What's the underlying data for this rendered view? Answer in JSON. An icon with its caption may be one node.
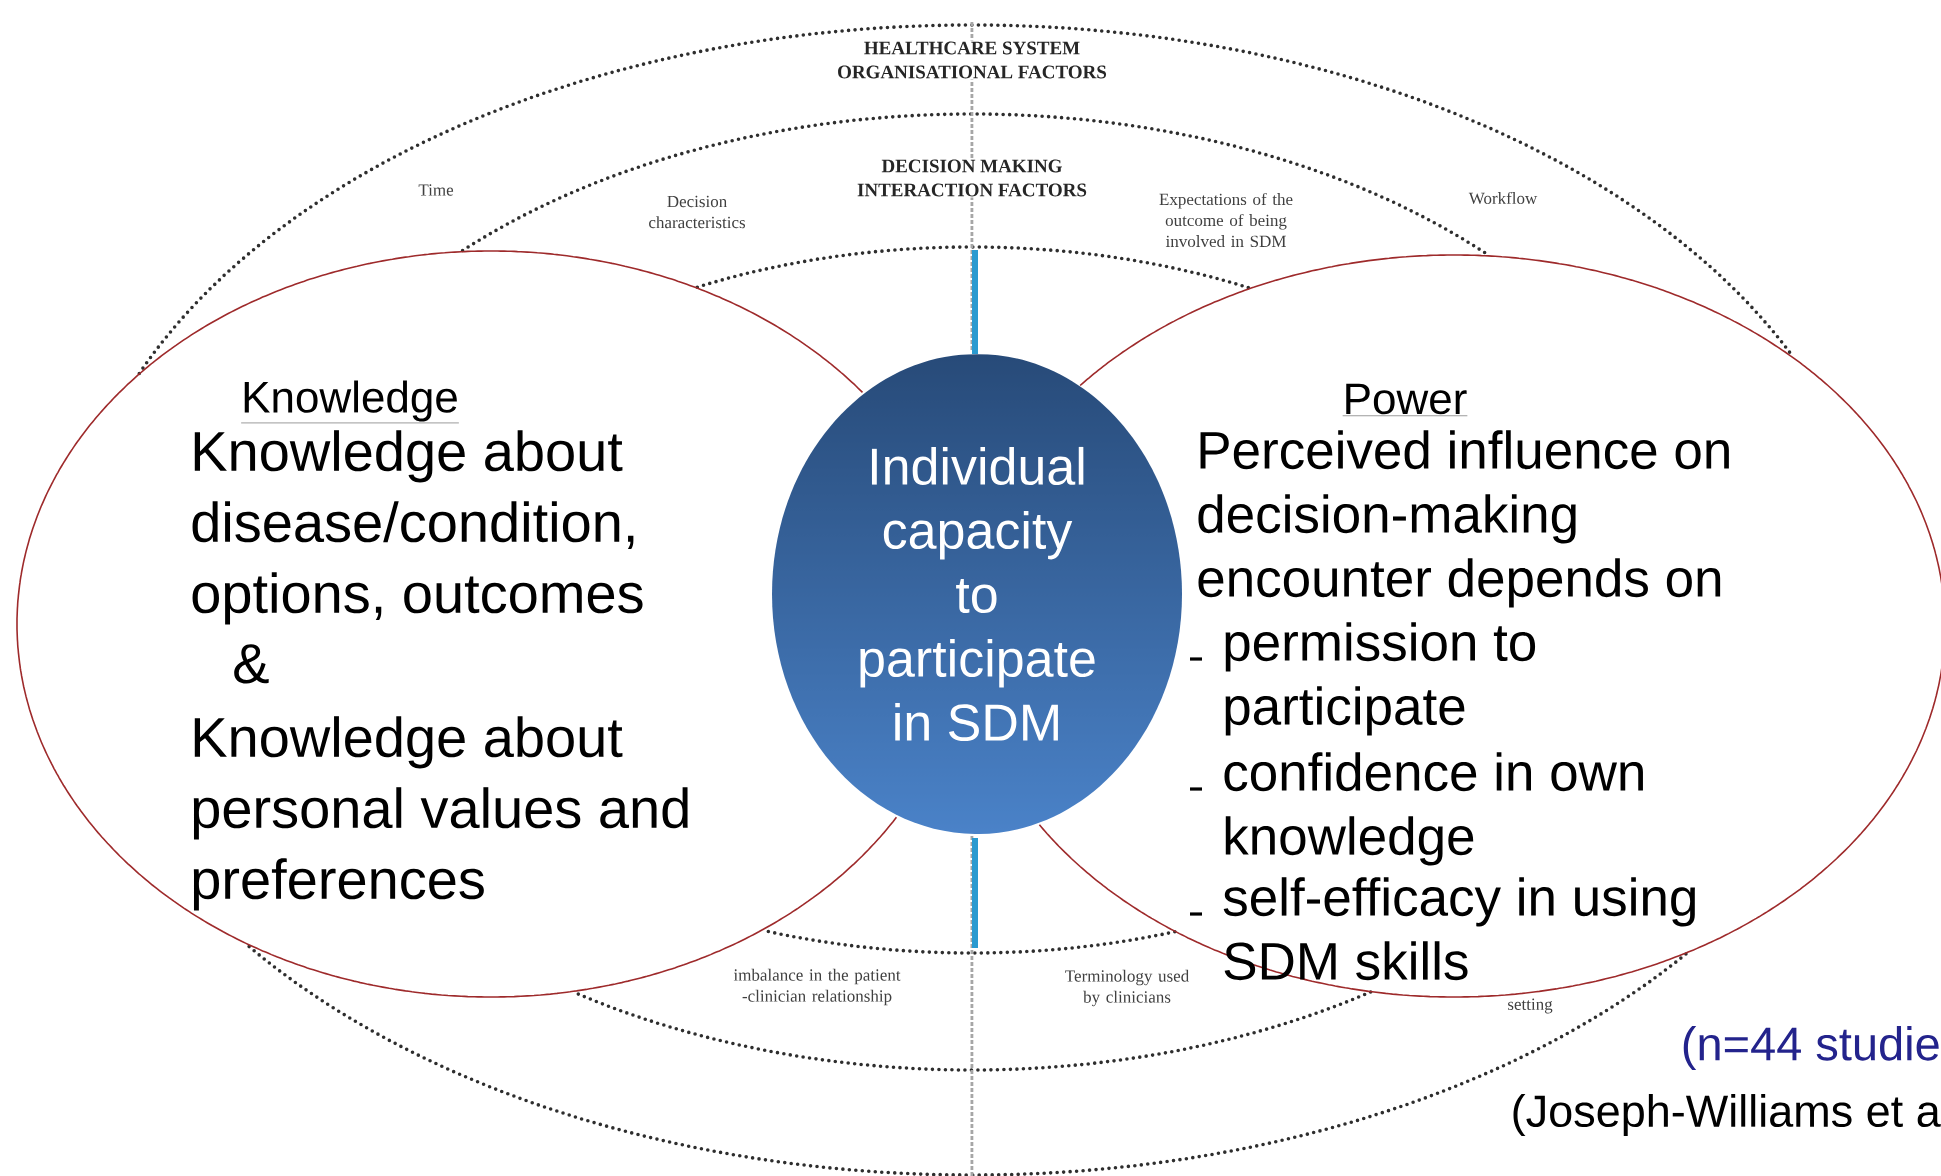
{
  "diagram": {
    "nodes": [
      {
        "text": [
          "HEALTHCARE SYSTEM ORGANISATIONAL FACTORS"
        ]
      },
      {
        "text": [
          "DECISION MAKING INTERACTION FACTORS"
        ],
        "in": 0
      },
      {
        "text": [
          "Knowledge",
          "Knowledge about disease/condition, options, outcomes",
          "&",
          "Knowledge about personal values and preferences"
        ]
      },
      {
        "text": [
          "Power",
          "Perceived influence on decision-making encounter depends on",
          "permission to participate",
          "confidence in own knowledge",
          "self-efficacy in using SDM skills"
        ]
      },
      {
        "text": [
          "Individual capacity to participate in SDM"
        ],
        "in": 1
      }
    ],
    "labels": [
      "Time",
      "Decision characteristics",
      "Expectations of the outcome of being involved in SDM",
      "Workflow",
      "imbalance in the patient -clinician relationship",
      "Terminology used by clinicians",
      "setting",
      "(n=44 studie",
      "(Joseph-Williams et a"
    ]
  }
}
